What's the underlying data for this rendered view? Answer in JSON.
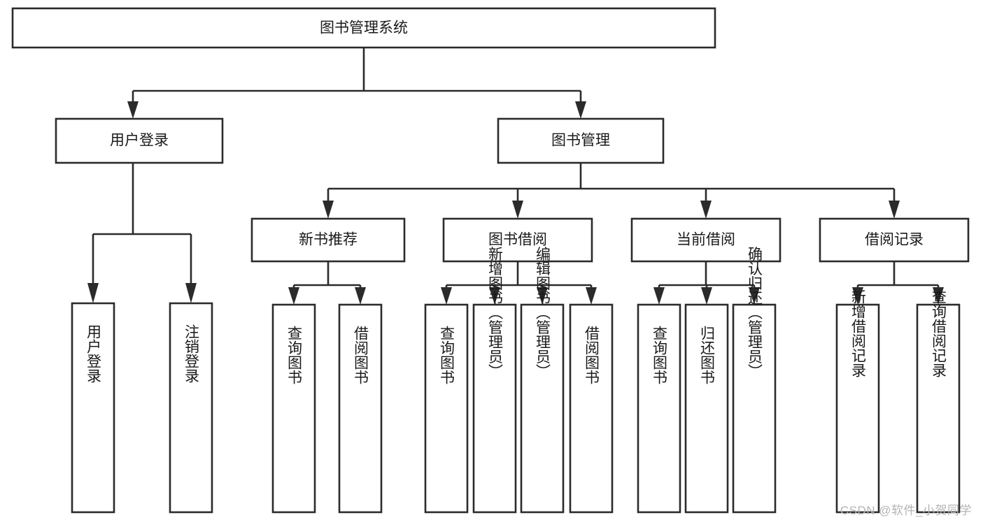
{
  "diagram": {
    "type": "tree",
    "title": "图书管理系统",
    "watermark": "CSDN @软件_小贺同学",
    "colors": {
      "box_stroke": "#2b2b2b",
      "box_fill": "#ffffff",
      "text": "#1a1a1a",
      "background": "#ffffff",
      "watermark": "#b4b4b4"
    },
    "levels": {
      "root": "图书管理系统",
      "level2": [
        "用户登录",
        "图书管理"
      ],
      "level3": [
        "新书推荐",
        "图书借阅",
        "当前借阅",
        "借阅记录"
      ]
    },
    "nodes": {
      "root": {
        "label": "图书管理系统",
        "orientation": "horizontal"
      },
      "user_login": {
        "label": "用户登录",
        "orientation": "horizontal"
      },
      "book_manage": {
        "label": "图书管理",
        "orientation": "horizontal"
      },
      "new_book_rec": {
        "label": "新书推荐",
        "orientation": "horizontal"
      },
      "book_borrow": {
        "label": "图书借阅",
        "orientation": "horizontal"
      },
      "current_borrow": {
        "label": "当前借阅",
        "orientation": "horizontal"
      },
      "borrow_record": {
        "label": "借阅记录",
        "orientation": "horizontal"
      },
      "leaf_user_login": {
        "label": "用户登录",
        "orientation": "vertical"
      },
      "leaf_logout": {
        "label": "注销登录",
        "orientation": "vertical"
      },
      "leaf_query_book_1": {
        "label": "查询图书",
        "orientation": "vertical"
      },
      "leaf_borrow_book_1": {
        "label": "借阅图书",
        "orientation": "vertical"
      },
      "leaf_query_book_2": {
        "label": "查询图书",
        "orientation": "vertical"
      },
      "leaf_add_book": {
        "label": "新增图书（管理员）",
        "orientation": "vertical"
      },
      "leaf_edit_book": {
        "label": "编辑图书（管理员）",
        "orientation": "vertical"
      },
      "leaf_borrow_book_2": {
        "label": "借阅图书",
        "orientation": "vertical"
      },
      "leaf_query_book_3": {
        "label": "查询图书",
        "orientation": "vertical"
      },
      "leaf_return_book": {
        "label": "归还图书",
        "orientation": "vertical"
      },
      "leaf_confirm_return": {
        "label": "确认归还（管理员）",
        "orientation": "vertical"
      },
      "leaf_add_record": {
        "label": "新增借阅记录",
        "orientation": "vertical"
      },
      "leaf_query_record": {
        "label": "查询借阅记录",
        "orientation": "vertical"
      }
    },
    "edges": [
      {
        "from": "root",
        "to": "user_login"
      },
      {
        "from": "root",
        "to": "book_manage"
      },
      {
        "from": "user_login",
        "to": "leaf_user_login"
      },
      {
        "from": "user_login",
        "to": "leaf_logout"
      },
      {
        "from": "book_manage",
        "to": "new_book_rec"
      },
      {
        "from": "book_manage",
        "to": "book_borrow"
      },
      {
        "from": "book_manage",
        "to": "current_borrow"
      },
      {
        "from": "book_manage",
        "to": "borrow_record"
      },
      {
        "from": "new_book_rec",
        "to": "leaf_query_book_1"
      },
      {
        "from": "new_book_rec",
        "to": "leaf_borrow_book_1"
      },
      {
        "from": "book_borrow",
        "to": "leaf_query_book_2"
      },
      {
        "from": "book_borrow",
        "to": "leaf_add_book"
      },
      {
        "from": "book_borrow",
        "to": "leaf_edit_book"
      },
      {
        "from": "book_borrow",
        "to": "leaf_borrow_book_2"
      },
      {
        "from": "current_borrow",
        "to": "leaf_query_book_3"
      },
      {
        "from": "current_borrow",
        "to": "leaf_return_book"
      },
      {
        "from": "current_borrow",
        "to": "leaf_confirm_return"
      },
      {
        "from": "borrow_record",
        "to": "leaf_add_record"
      },
      {
        "from": "borrow_record",
        "to": "leaf_query_record"
      }
    ]
  }
}
